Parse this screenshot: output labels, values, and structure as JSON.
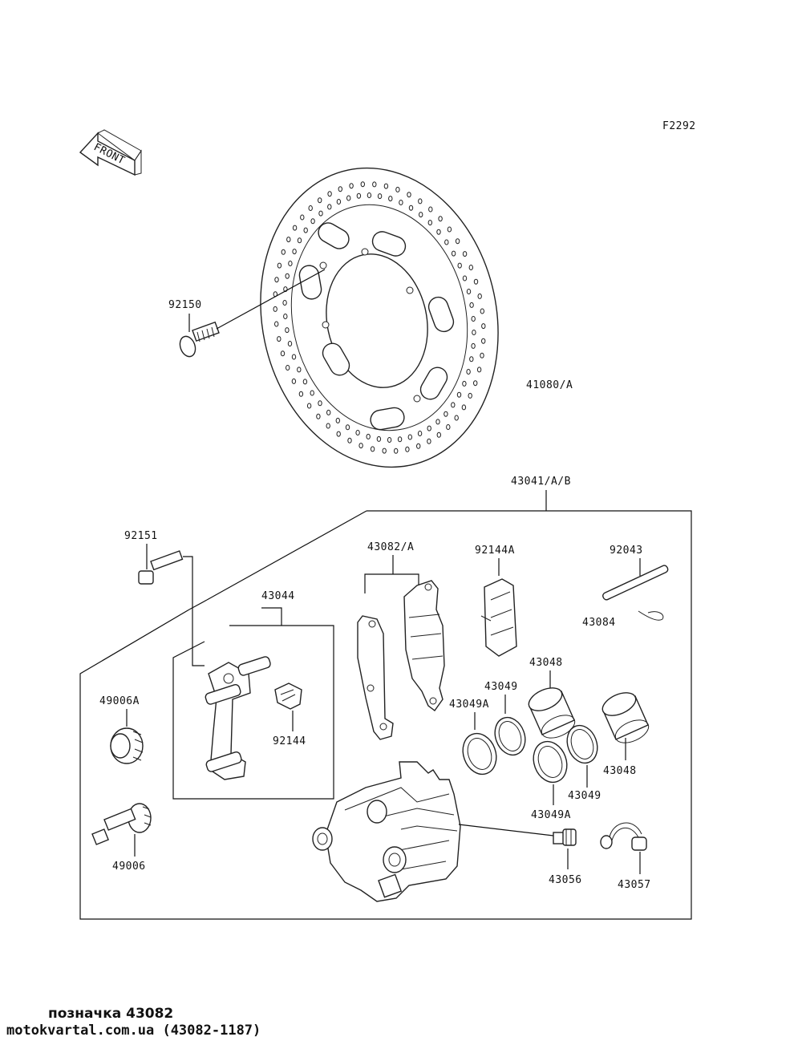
{
  "diagram_code": "F2292",
  "front_label": "FRONT",
  "parts": {
    "p92150": "92150",
    "p41080": "41080/A",
    "p43041": "43041/A/B",
    "p92151": "92151",
    "p43082": "43082/A",
    "p92144A": "92144A",
    "p92043": "92043",
    "p43084": "43084",
    "p43044": "43044",
    "p43048a": "43048",
    "p43049a": "43049",
    "p43049Aa": "43049A",
    "p49006A": "49006A",
    "p92144": "92144",
    "p43048b": "43048",
    "p43049b": "43049",
    "p43049Ab": "43049A",
    "p49006": "49006",
    "p43056": "43056",
    "p43057": "43057"
  },
  "caption": {
    "line1": "позначка 43082",
    "line2": "motokvartal.com.ua (43082-1187)"
  }
}
